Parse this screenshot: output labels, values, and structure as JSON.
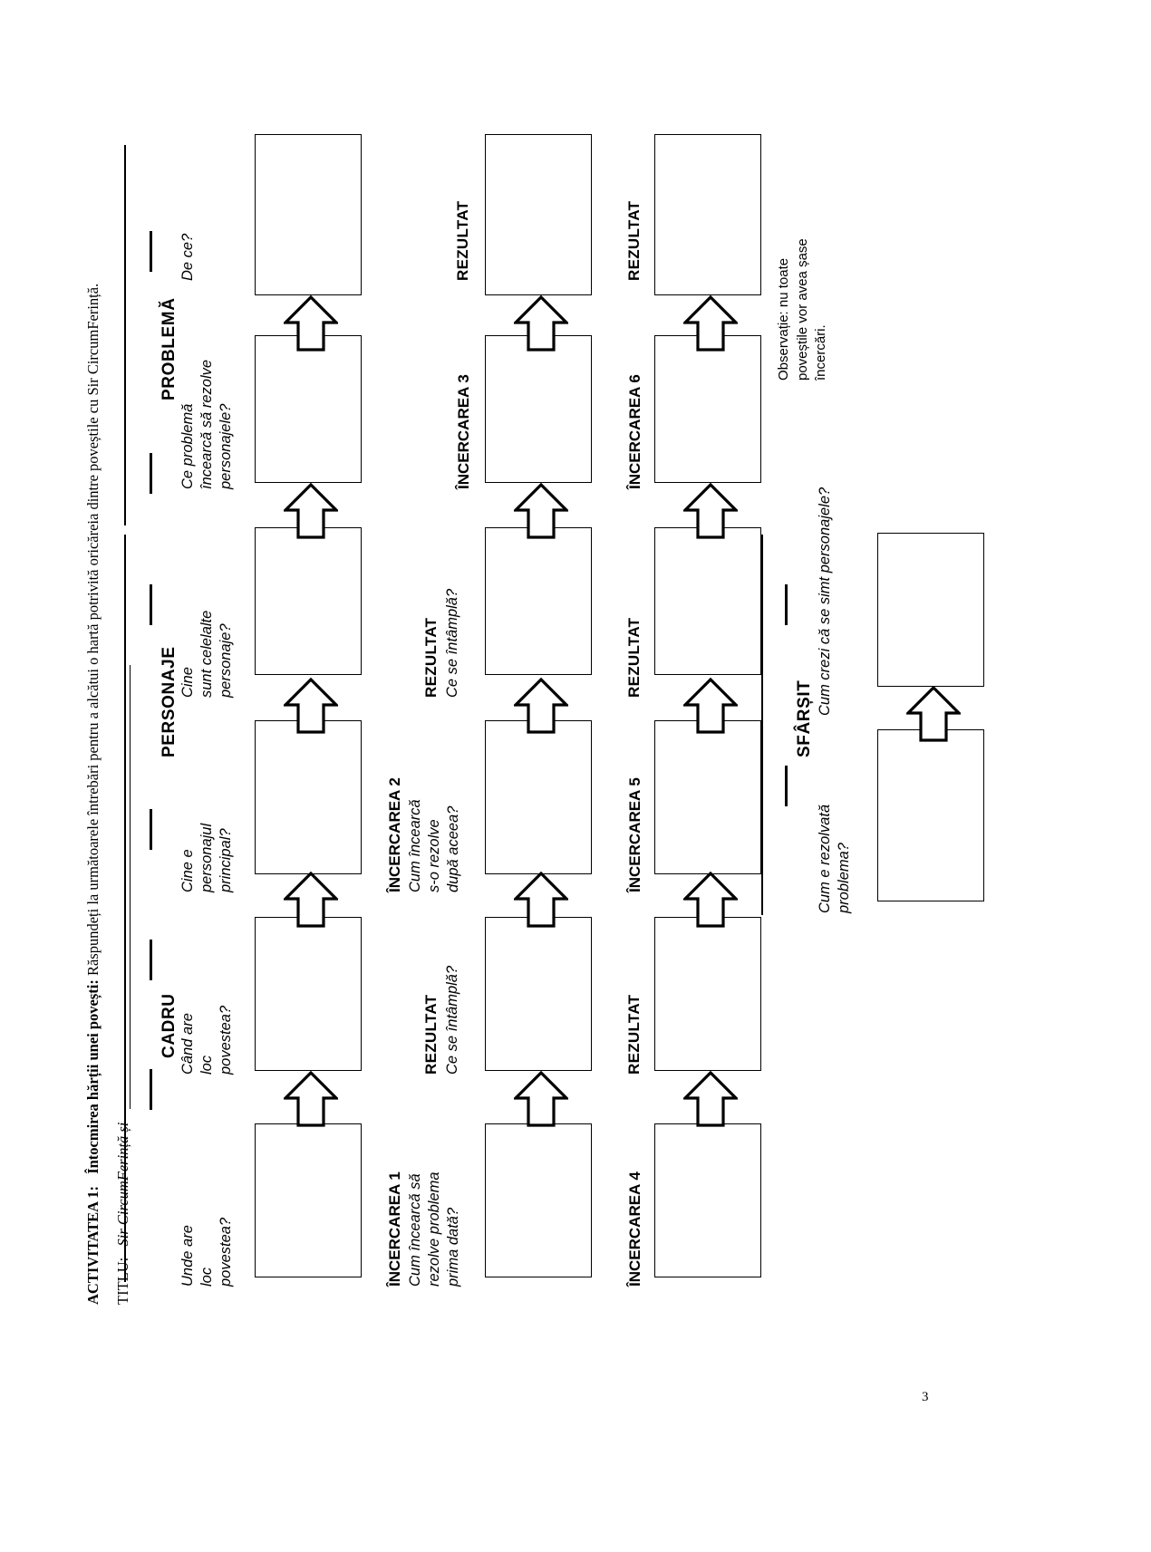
{
  "page": {
    "number": "3",
    "orientation": "landscape-text-rotated"
  },
  "header": {
    "activity_label": "ACTIVITATEA 1:",
    "activity_title": "Întocmirea hărții unei povești:",
    "activity_text": "Răspundeți la următoarele întrebări pentru a alcătui o hartă potrivită oricăreia dintre poveștile cu Sir CircumFerință.",
    "title_label": "TITLU:",
    "title_value": "Sir CircumFerință și",
    "title_blank": "______________________________________________"
  },
  "sections": [
    {
      "name": "cadru",
      "label": "CADRU"
    },
    {
      "name": "personaje",
      "label": "PERSONAJE"
    },
    {
      "name": "problema",
      "label": "PROBLEMĂ"
    },
    {
      "name": "sfarsit",
      "label": "SFÂRȘIT"
    }
  ],
  "row1_questions": [
    {
      "id": "q1",
      "lines": [
        "Unde are",
        "loc",
        "povestea?"
      ]
    },
    {
      "id": "q2",
      "lines": [
        "Când are",
        "loc",
        "povestea?"
      ]
    },
    {
      "id": "q3",
      "lines": [
        "Cine e",
        "personajul",
        "principal?"
      ]
    },
    {
      "id": "q4",
      "lines": [
        "Cine",
        "sunt celelalte",
        "personaje?"
      ]
    },
    {
      "id": "q5",
      "lines": [
        "Ce problemă",
        "încearcă să rezolve",
        "personajele?"
      ]
    },
    {
      "id": "q6",
      "lines": [
        "De ce?"
      ]
    }
  ],
  "attempts": [
    {
      "id": "incercarea-1",
      "title": "ÎNCERCAREA 1",
      "question_lines": [
        "Cum încearcă să",
        "rezolve problema",
        "prima dată?"
      ],
      "result_title": "REZULTAT",
      "result_question": "Ce se întâmplă?"
    },
    {
      "id": "incercarea-2",
      "title": "ÎNCERCAREA 2",
      "question_lines": [
        "Cum încearcă",
        "s-o rezolve",
        "după aceea?"
      ],
      "result_title": "REZULTAT",
      "result_question": "Ce se întâmplă?"
    },
    {
      "id": "incercarea-3",
      "title": "ÎNCERCAREA 3",
      "question_lines": [],
      "result_title": "REZULTAT",
      "result_question": ""
    },
    {
      "id": "incercarea-4",
      "title": "ÎNCERCAREA 4",
      "question_lines": [],
      "result_title": "REZULTAT",
      "result_question": ""
    },
    {
      "id": "incercarea-5",
      "title": "ÎNCERCAREA 5",
      "question_lines": [],
      "result_title": "REZULTAT",
      "result_question": ""
    },
    {
      "id": "incercarea-6",
      "title": "ÎNCERCAREA 6",
      "question_lines": [],
      "result_title": "REZULTAT",
      "result_question": ""
    }
  ],
  "ending": {
    "section_label": "SFÂRȘIT",
    "q_left_lines": [
      "Cum e rezolvată",
      "problema?"
    ],
    "q_right_lines": [
      "Cum crezi că se simt personajele?"
    ]
  },
  "note": {
    "lines": [
      "Observație: nu toate",
      "poveștile vor avea șase",
      "încercări."
    ]
  },
  "colors": {
    "ink": "#000000",
    "shadow": "#1a1a1a",
    "paper": "#ffffff"
  }
}
